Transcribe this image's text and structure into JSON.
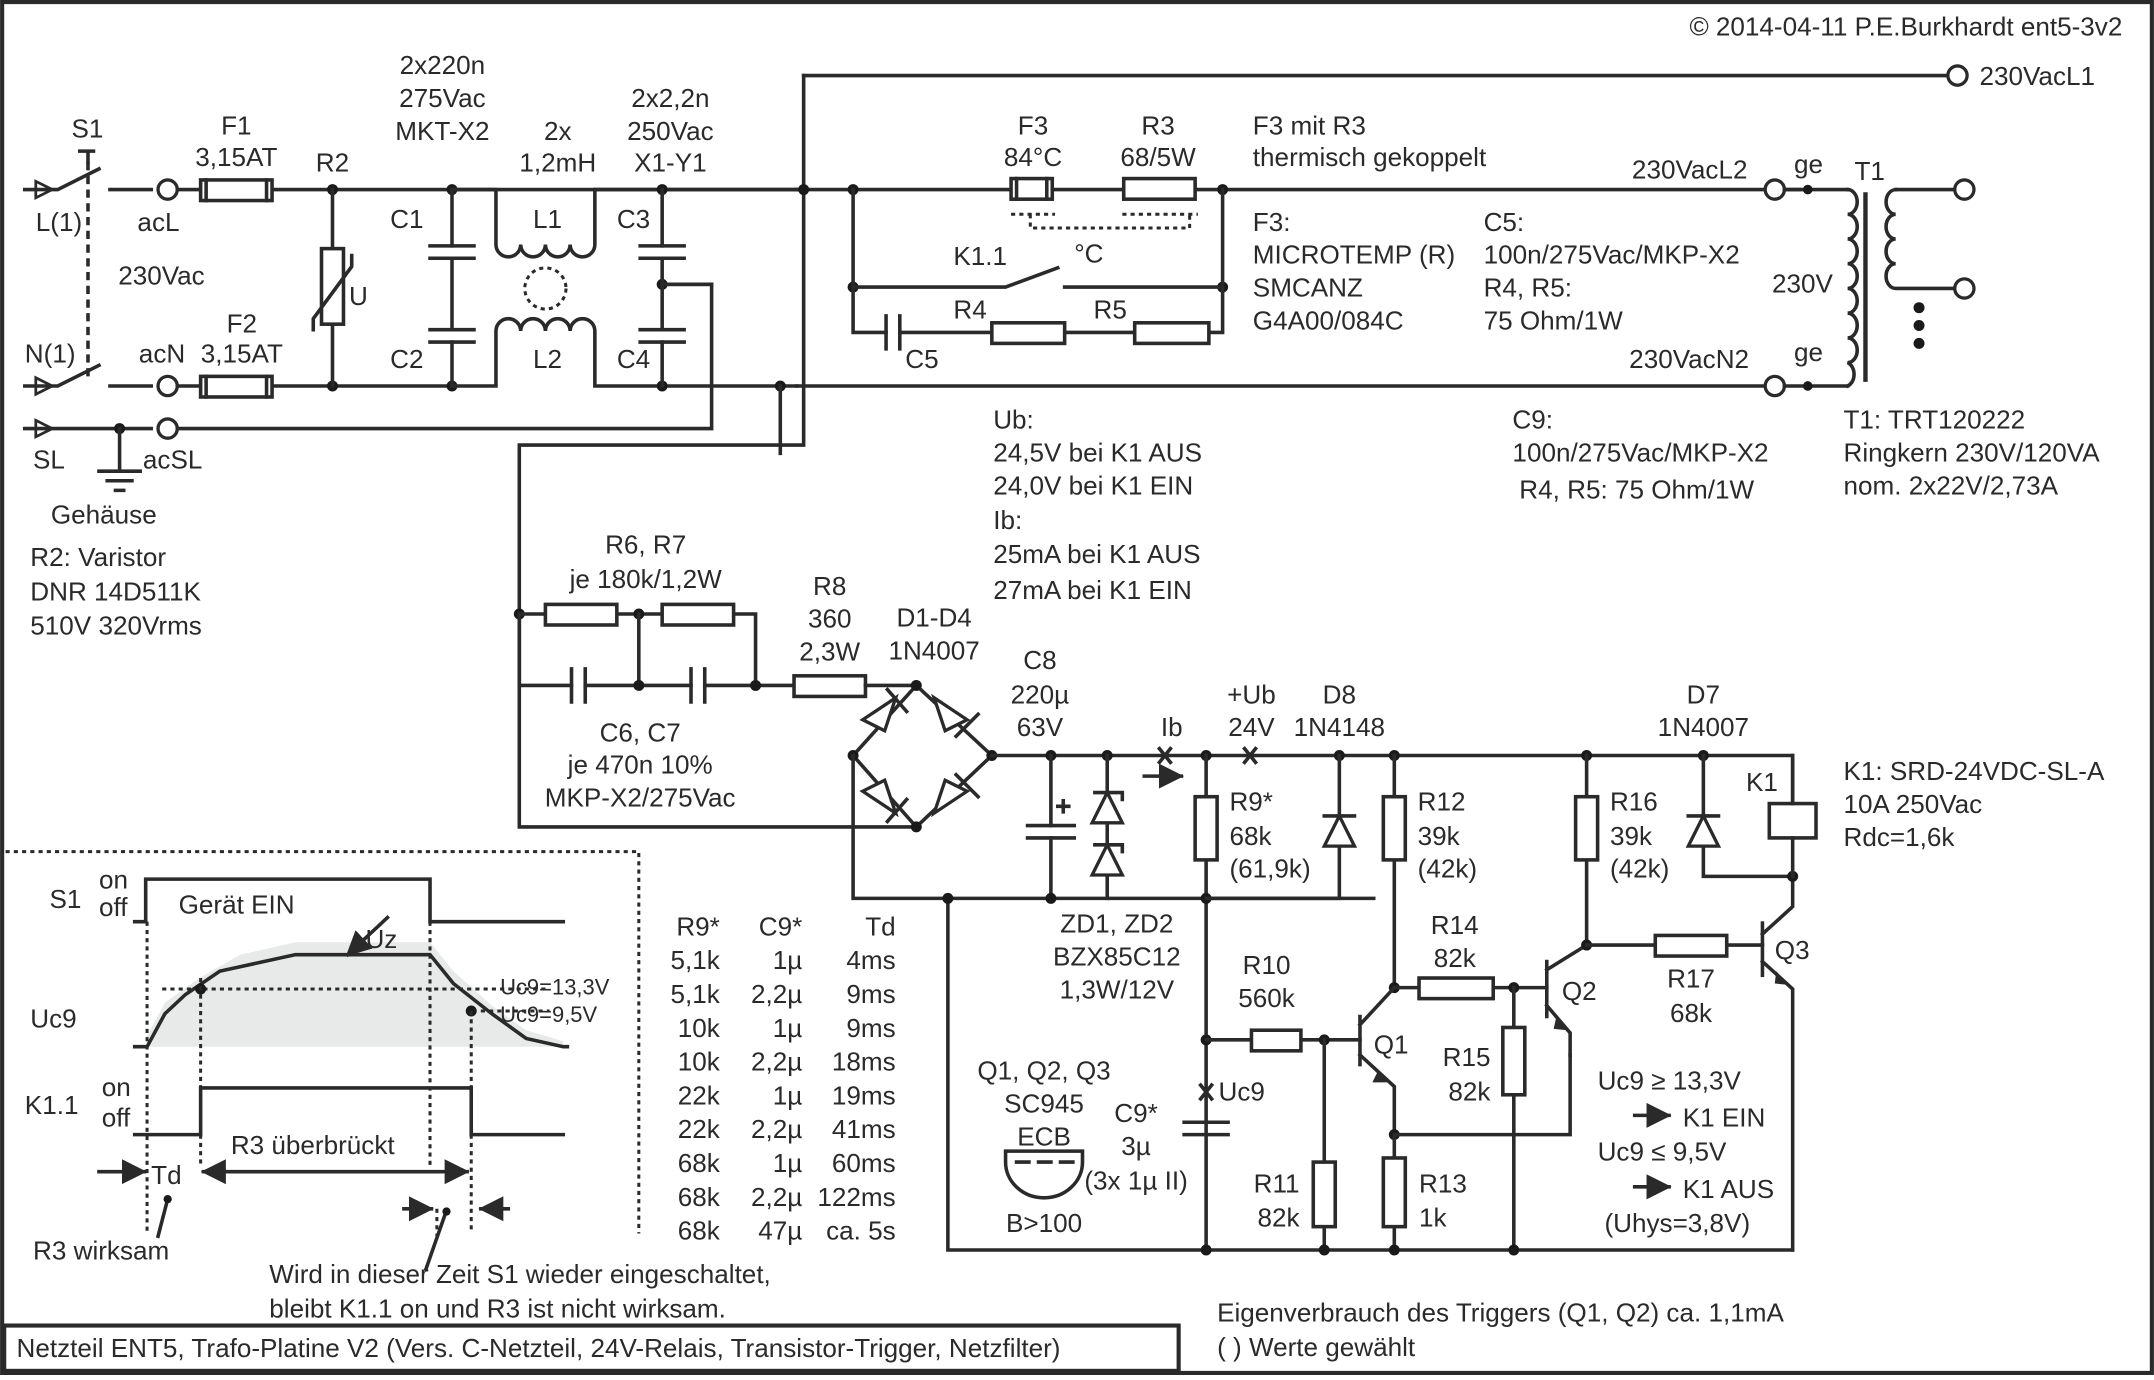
{
  "copyright": "© 2014-04-11 P.E.Burkhardt ent5-3v2",
  "footer_title": "Netzteil ENT5, Trafo-Platine V2 (Vers. C-Netzteil, 24V-Relais, Transistor-Trigger, Netzfilter)",
  "footer_notes": [
    "Eigenverbrauch des Triggers (Q1, Q2) ca. 1,1mA",
    "( ) Werte gewählt"
  ],
  "terminals": {
    "in_L": "L(1)",
    "in_N": "N(1)",
    "in_SL": "SL",
    "acL": "acL",
    "acN": "acN",
    "acSL": "acSL",
    "mains": "230Vac",
    "gehaeuse": "Gehäuse",
    "out_L1": "230VacL1",
    "out_L2": "230VacL2",
    "out_N2": "230VacN2",
    "ge_top": "ge",
    "ge_bottom": "ge"
  },
  "components": {
    "S1": "S1",
    "F1": {
      "ref": "F1",
      "value": "3,15AT"
    },
    "F2": {
      "ref": "F2",
      "value": "3,15AT"
    },
    "R2": {
      "ref": "R2",
      "symbol": "U"
    },
    "C1C2": {
      "lines": [
        "2x220n",
        "275Vac",
        "MKT-X2"
      ],
      "ref1": "C1",
      "ref2": "C2"
    },
    "L1L2": {
      "lines": [
        "2x",
        "1,2mH"
      ],
      "ref1": "L1",
      "ref2": "L2"
    },
    "C3C4": {
      "lines": [
        "2x2,2n",
        "250Vac",
        "X1-Y1"
      ],
      "ref1": "C3",
      "ref2": "C4"
    },
    "F3": {
      "ref": "F3",
      "value": "84°C"
    },
    "R3": {
      "ref": "R3",
      "value": "68/5W"
    },
    "thermal": "°C",
    "K1_1": "K1.1",
    "R4": "R4",
    "R5": "R5",
    "C5": "C5",
    "T1": {
      "ref": "T1",
      "primary": "230V"
    },
    "R6R7": {
      "lines": [
        "R6, R7",
        "je 180k/1,2W"
      ]
    },
    "C6C7": {
      "lines": [
        "C6, C7",
        "je 470n 10%",
        "MKP-X2/275Vac"
      ]
    },
    "R8": {
      "lines": [
        "R8",
        "360",
        "2,3W"
      ]
    },
    "D1D4": {
      "lines": [
        "D1-D4",
        "1N4007"
      ]
    },
    "C8": {
      "lines": [
        "C8",
        "220µ",
        "63V"
      ],
      "plus": "+"
    },
    "Ib": "Ib",
    "Ub": {
      "lines": [
        "+Ub",
        "24V"
      ]
    },
    "D8": {
      "lines": [
        "D8",
        "1N4148"
      ]
    },
    "D7": {
      "lines": [
        "D7",
        "1N4007"
      ]
    },
    "ZD": {
      "lines": [
        "ZD1, ZD2",
        "BZX85C12",
        "1,3W/12V"
      ]
    },
    "R9": {
      "lines": [
        "R9*",
        "68k",
        "(61,9k)"
      ]
    },
    "R12": {
      "lines": [
        "R12",
        "39k",
        "(42k)"
      ]
    },
    "R16": {
      "lines": [
        "R16",
        "39k",
        "(42k)"
      ]
    },
    "K1": "K1",
    "R14": {
      "lines": [
        "R14",
        "82k"
      ]
    },
    "R10": {
      "lines": [
        "R10",
        "560k"
      ]
    },
    "R17": {
      "lines": [
        "R17",
        "68k"
      ]
    },
    "R15": {
      "lines": [
        "R15",
        "82k"
      ]
    },
    "R11": {
      "lines": [
        "R11",
        "82k"
      ]
    },
    "R13": {
      "lines": [
        "R13",
        "1k"
      ]
    },
    "Q1": "Q1",
    "Q2": "Q2",
    "Q3": "Q3",
    "Uc9": "Uc9",
    "C9": {
      "lines": [
        "C9*",
        "3µ",
        "(3x 1µ II)"
      ]
    },
    "transistor_info": {
      "lines": [
        "Q1, Q2, Q3",
        "SC945",
        "ECB"
      ],
      "gain": "B>100"
    }
  },
  "notes": {
    "f3_coupling": [
      "F3 mit R3",
      "thermisch gekoppelt"
    ],
    "f3_part": [
      "F3:",
      "MICROTEMP (R)",
      "SMCANZ",
      "G4A00/084C"
    ],
    "c5_part": [
      "C5:",
      "100n/275Vac/MKP-X2",
      "R4, R5:",
      "75 Ohm/1W"
    ],
    "c9_part": [
      "C9:",
      "100n/275Vac/MKP-X2",
      "R4, R5: 75 Ohm/1W"
    ],
    "t1_part": [
      "T1: TRT120222",
      "Ringkern 230V/120VA",
      "nom. 2x22V/2,73A"
    ],
    "ub_ib": [
      "Ub:",
      "24,5V bei K1 AUS",
      "24,0V bei K1 EIN",
      "Ib:",
      "25mA bei K1 AUS",
      "27mA bei K1 EIN"
    ],
    "r2_part": [
      "R2: Varistor",
      "DNR 14D511K",
      "510V  320Vrms"
    ],
    "k1_part": [
      "K1: SRD-24VDC-SL-A",
      "10A 250Vac",
      "Rdc=1,6k"
    ],
    "thresholds": [
      "Uc9 ≥ 13,3V",
      "K1 EIN",
      "Uc9 ≤ 9,5V",
      "K1 AUS",
      "(Uhys=3,8V)"
    ]
  },
  "timing_diagram": {
    "rows": [
      {
        "name": "S1",
        "states": [
          "on",
          "off"
        ]
      },
      {
        "name": "Uc9"
      },
      {
        "name": "K1.1",
        "states": [
          "on",
          "off"
        ]
      }
    ],
    "s1_label": "Gerät EIN",
    "uz_label": "Uz",
    "threshold_on": "Uc9=13,3V",
    "threshold_off": "Uc9=9,5V",
    "td_label": "Td",
    "bridged_label": "R3 überbrückt",
    "r3_active": "R3 wirksam",
    "note": [
      "Wird in dieser Zeit S1 wieder eingeschaltet,",
      "bleibt K1.1 on und R3 ist nicht wirksam."
    ]
  },
  "td_table": {
    "headers": [
      "R9*",
      "C9*",
      "Td"
    ],
    "rows": [
      [
        "5,1k",
        "1µ",
        "4ms"
      ],
      [
        "5,1k",
        "2,2µ",
        "9ms"
      ],
      [
        "10k",
        "1µ",
        "9ms"
      ],
      [
        "10k",
        "2,2µ",
        "18ms"
      ],
      [
        "22k",
        "1µ",
        "19ms"
      ],
      [
        "22k",
        "2,2µ",
        "41ms"
      ],
      [
        "68k",
        "1µ",
        "60ms"
      ],
      [
        "68k",
        "2,2µ",
        "122ms"
      ],
      [
        "68k",
        "47µ",
        "ca. 5s"
      ]
    ]
  }
}
